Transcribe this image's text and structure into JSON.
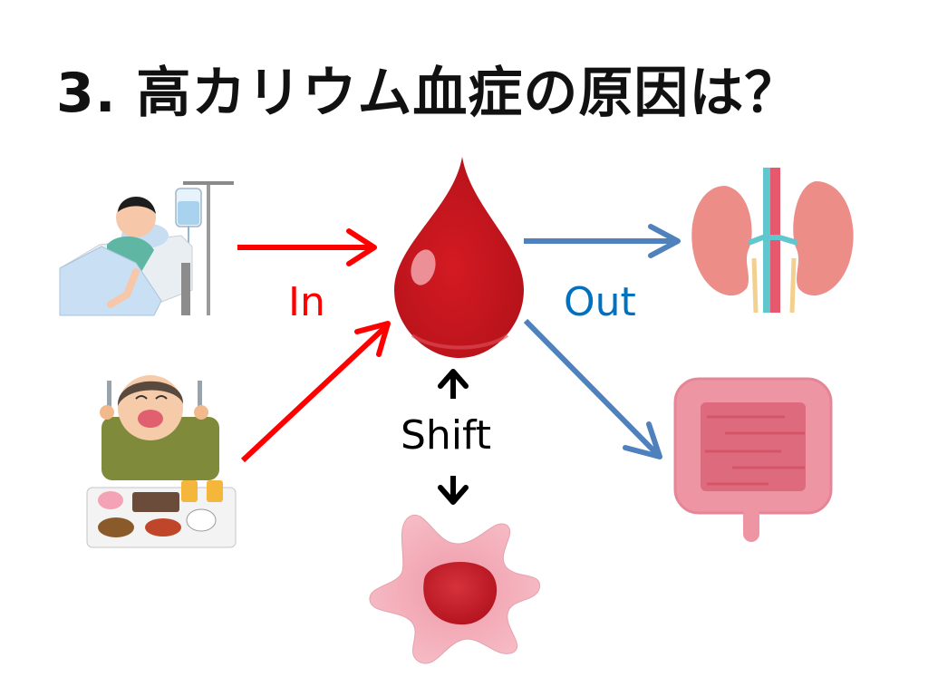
{
  "slide": {
    "title": "3. 高カリウム血症の原因は？",
    "labels": {
      "in": "In",
      "out": "Out",
      "shift": "Shift"
    },
    "colors": {
      "in_arrow": "#ff0000",
      "out_arrow": "#4f81bd",
      "shift_arrow": "#000000",
      "in_text": "#ff0000",
      "out_text": "#0070c0",
      "blood": "#c8161d"
    },
    "illustrations": [
      {
        "name": "iv-drip-patient",
        "description": "patient in bed receiving IV drip"
      },
      {
        "name": "eating-person",
        "description": "person eating a large meal"
      },
      {
        "name": "blood-drop",
        "description": "blood drop"
      },
      {
        "name": "kidneys",
        "description": "kidneys"
      },
      {
        "name": "intestine",
        "description": "large intestine"
      },
      {
        "name": "cell",
        "description": "cell"
      }
    ]
  }
}
